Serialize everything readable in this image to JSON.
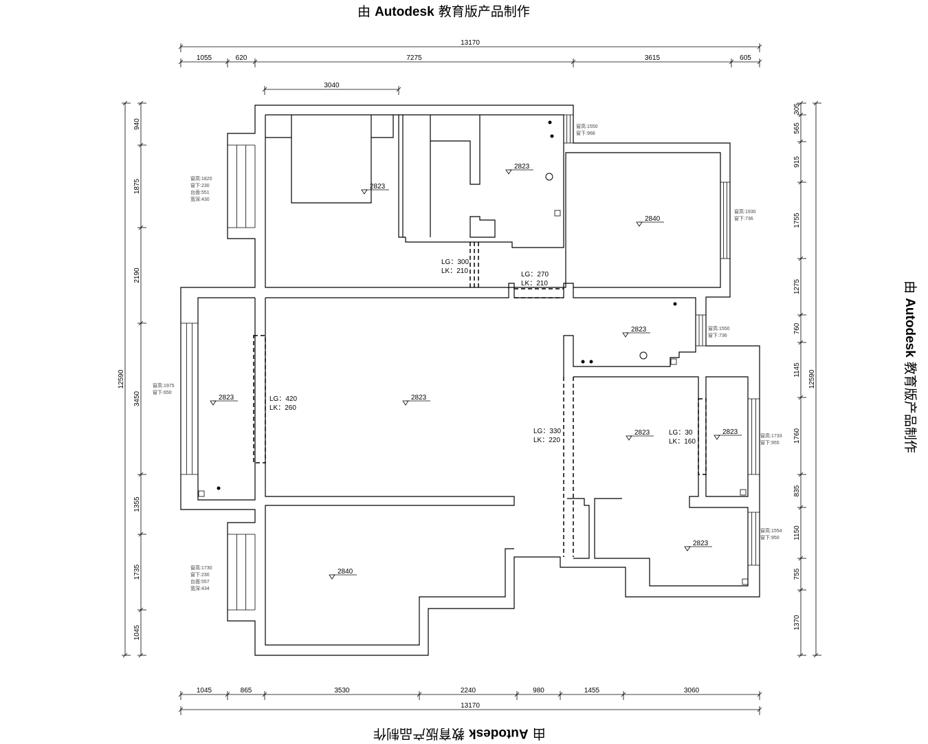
{
  "watermark": {
    "prefix": "由",
    "brand": "Autodesk",
    "suffix": "教育版产品制作"
  },
  "dimensions": {
    "top_total": "13170",
    "top": [
      "1055",
      "620",
      "7275",
      "3615",
      "605"
    ],
    "top_room": "3040",
    "left_total": "12590",
    "left": [
      "940",
      "1875",
      "2190",
      "3450",
      "1355",
      "1735",
      "1045"
    ],
    "right_total": "12590",
    "right": [
      "305",
      "565",
      "915",
      "1755",
      "1275",
      "760",
      "1145",
      "1760",
      "835",
      "1150",
      "755",
      "1370"
    ],
    "bottom_total": "13170",
    "bottom": [
      "1045",
      "865",
      "3530",
      "2240",
      "980",
      "1455",
      "3060"
    ]
  },
  "rooms": [
    {
      "name": "bedroom-top-left",
      "level": "2823"
    },
    {
      "name": "bathroom-top",
      "level": "2823"
    },
    {
      "name": "bedroom-top-right",
      "level": "2840"
    },
    {
      "name": "balcony-left",
      "level": "2823"
    },
    {
      "name": "living-room",
      "level": "2823"
    },
    {
      "name": "kitchen",
      "level": "2823"
    },
    {
      "name": "dining",
      "level": "2823"
    },
    {
      "name": "bathroom-right",
      "level": "2823"
    },
    {
      "name": "room-bottom-right",
      "level": "2823"
    },
    {
      "name": "bedroom-bottom",
      "level": "2840"
    }
  ],
  "openings": [
    {
      "lg": "LG：300",
      "lk": "LK：210"
    },
    {
      "lg": "LG：270",
      "lk": "LK：210"
    },
    {
      "lg": "LG：420",
      "lk": "LK：260"
    },
    {
      "lg": "LG：330",
      "lk": "LK：220"
    },
    {
      "lg": "LG：30",
      "lk": "LK：160"
    }
  ],
  "window_notes": [
    [
      "窗高:1820",
      "窗下:230",
      "台面:551",
      "宽深:430"
    ],
    [
      "窗高:1550",
      "窗下:968"
    ],
    [
      "窗高:1930",
      "窗下:736"
    ],
    [
      "窗高:1975",
      "窗下:650"
    ],
    [
      "窗高:1550",
      "窗下:736"
    ],
    [
      "窗高:1733",
      "窗下:955"
    ],
    [
      "窗高:1554",
      "窗下:950"
    ],
    [
      "窗高:1730",
      "窗下:230",
      "台面:557",
      "宽深:434"
    ]
  ]
}
